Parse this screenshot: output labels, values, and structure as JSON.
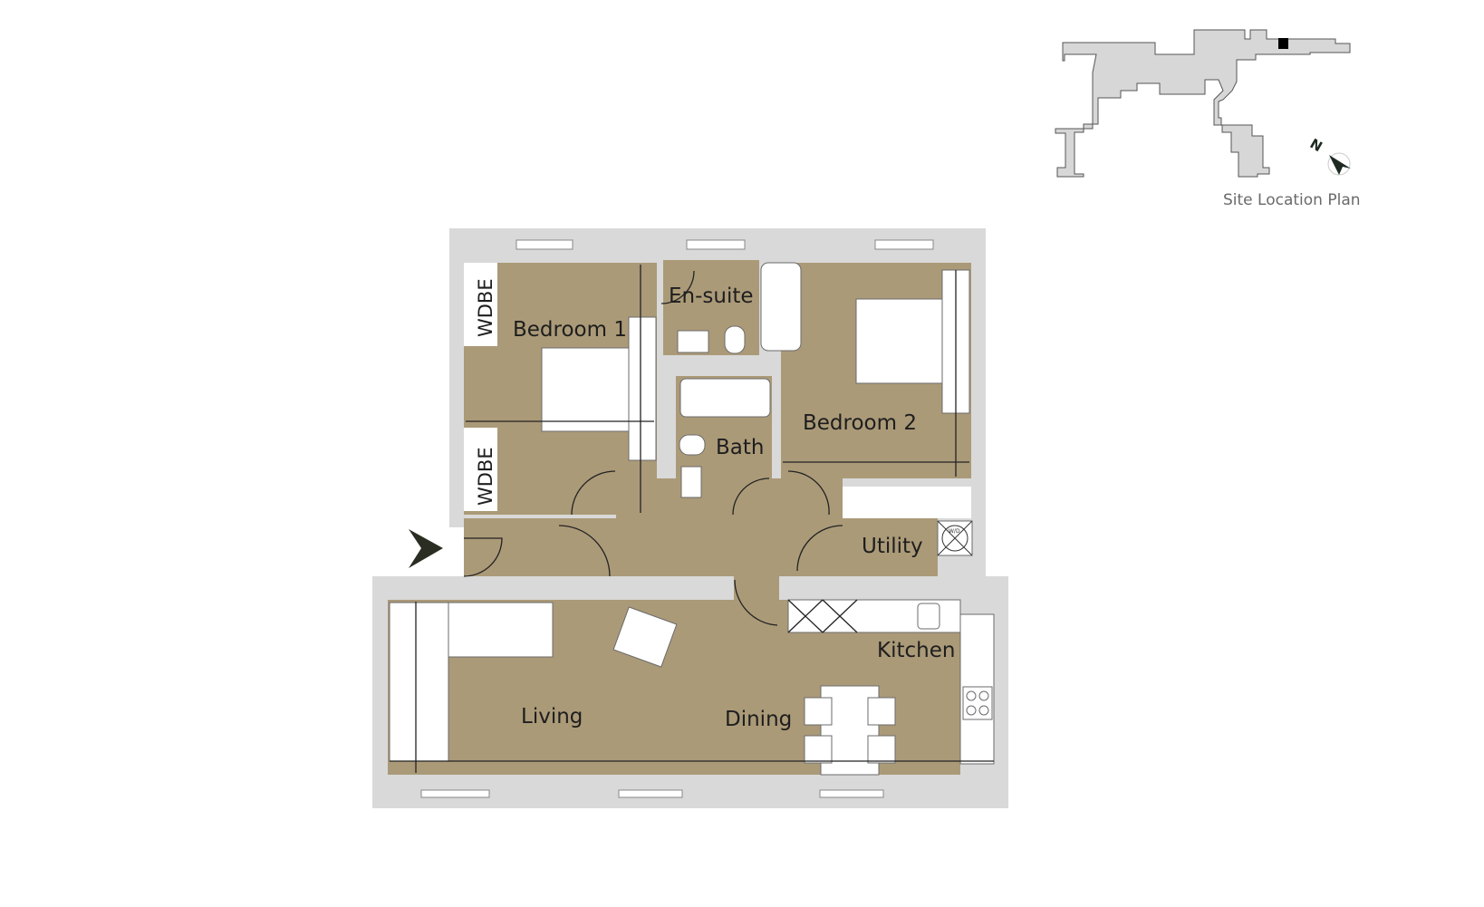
{
  "rooms": {
    "bedroom1": "Bedroom 1",
    "ensuite": "En-suite",
    "bath": "Bath",
    "bedroom2": "Bedroom 2",
    "utility": "Utility",
    "kitchen": "Kitchen",
    "living": "Living",
    "dining": "Dining"
  },
  "storage": {
    "wardrobe_top": "WDBE",
    "wardrobe_bottom": "WDBE"
  },
  "appliance": {
    "washer_dryer": "W/D"
  },
  "site_plan": {
    "label": "Site Location Plan",
    "north": "N"
  },
  "colors": {
    "floor": "#ab9a78",
    "wall": "#d9d9d9",
    "highlight": "#000000",
    "entrance_arrow": "#2a2d22"
  }
}
